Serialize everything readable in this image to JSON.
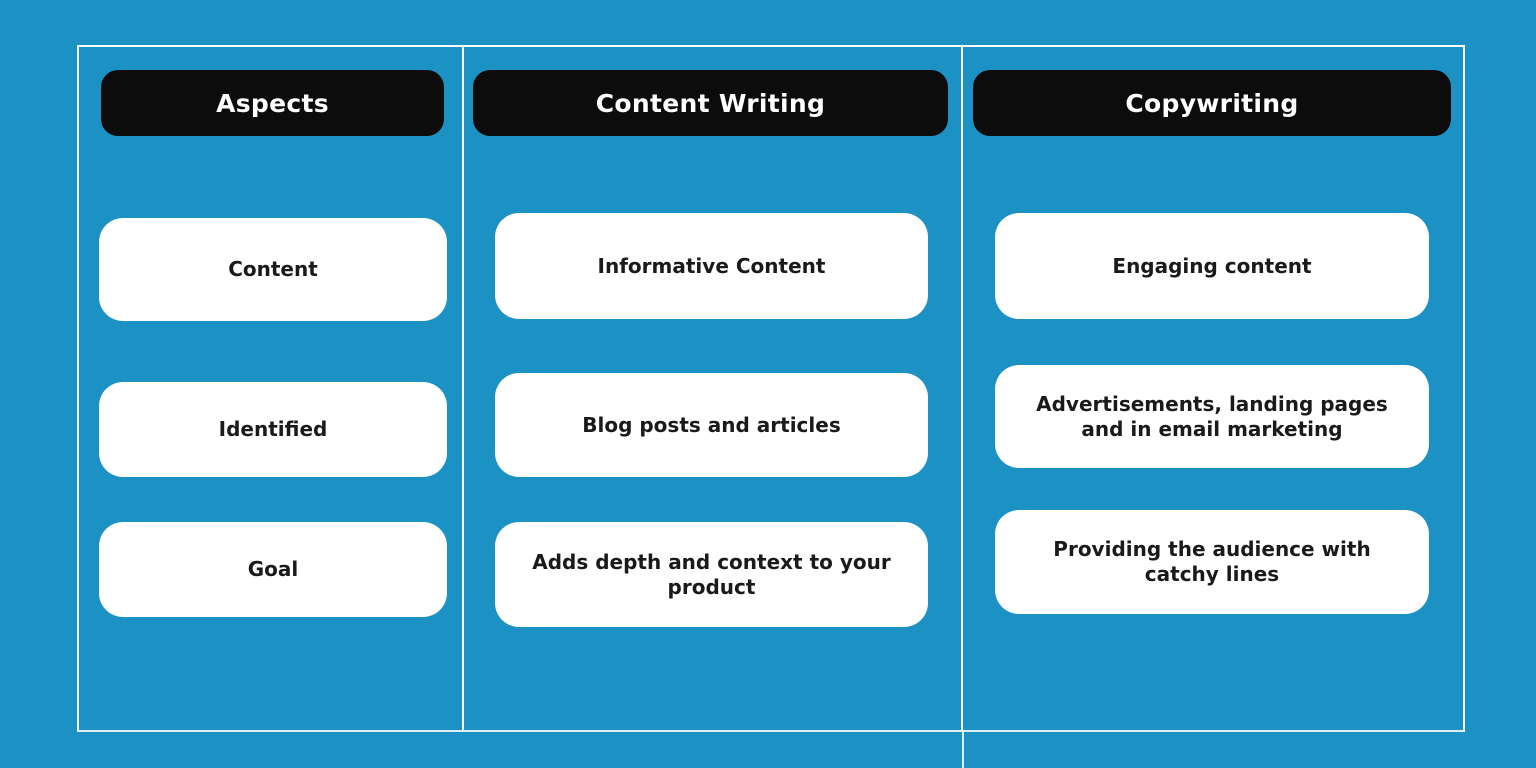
{
  "page": {
    "background_color": "#1C92C4",
    "line_color": "#FFFFFF"
  },
  "table": {
    "header_style": {
      "background": "#0C0C0C",
      "text_color": "#FFFFFF"
    },
    "card_style": {
      "background": "#FFFFFF",
      "text_color": "#1A1A1A"
    },
    "columns": [
      {
        "header": "Aspects",
        "cards": [
          "Content",
          "Identified",
          "Goal"
        ]
      },
      {
        "header": "Content Writing",
        "cards": [
          "Informative Content",
          "Blog posts and articles",
          "Adds depth and context to your product"
        ]
      },
      {
        "header": "Copywriting",
        "cards": [
          "Engaging content",
          "Advertisements, landing pages and in email marketing",
          "Providing the audience with catchy lines"
        ]
      }
    ]
  }
}
